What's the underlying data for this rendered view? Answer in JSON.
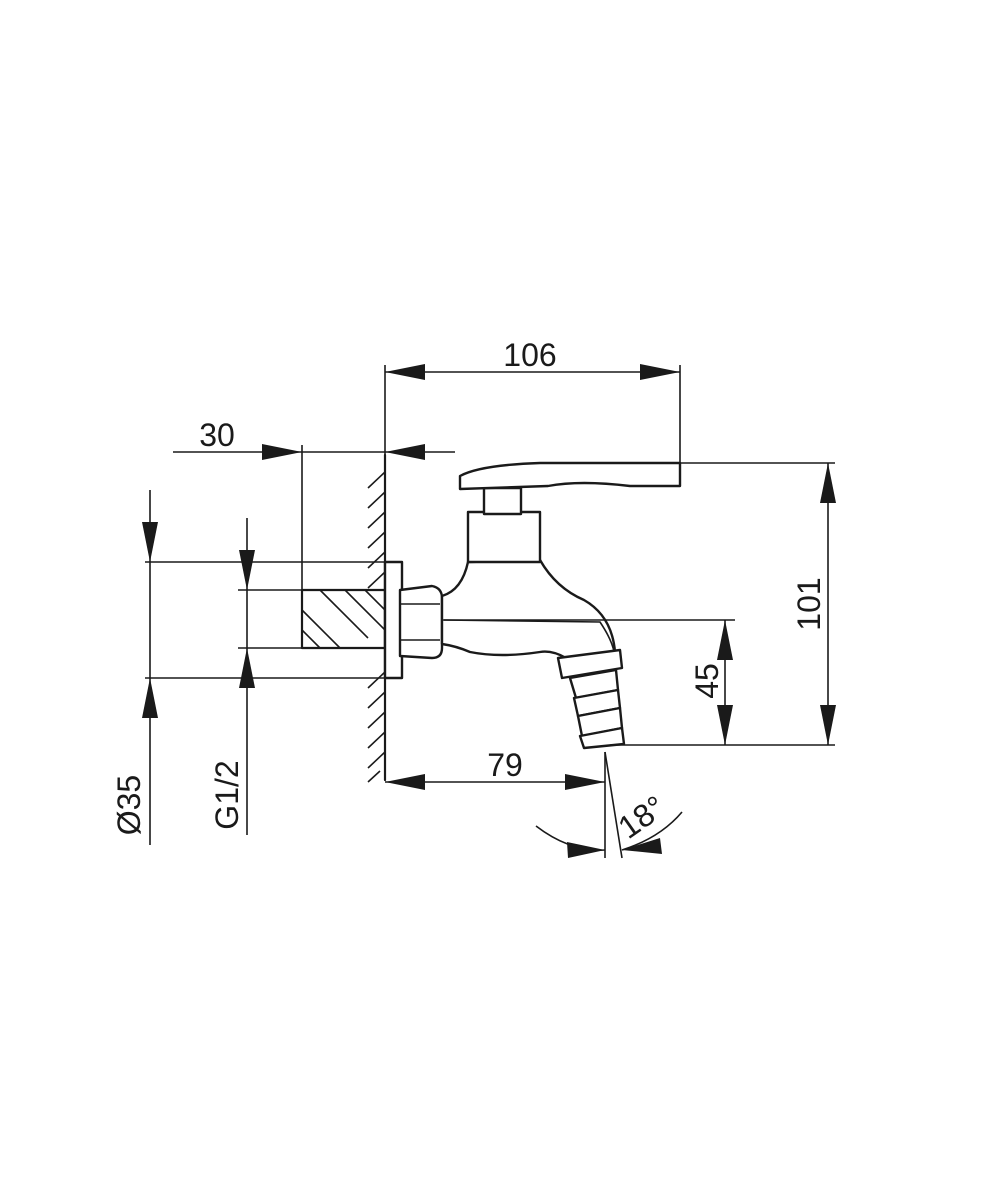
{
  "dimensions": {
    "overall_length": "106",
    "wall_offset": "30",
    "height": "101",
    "spout_height": "45",
    "spout_reach": "79",
    "flange_diameter": "Ø35",
    "thread": "G1/2",
    "spout_angle": "18°"
  }
}
